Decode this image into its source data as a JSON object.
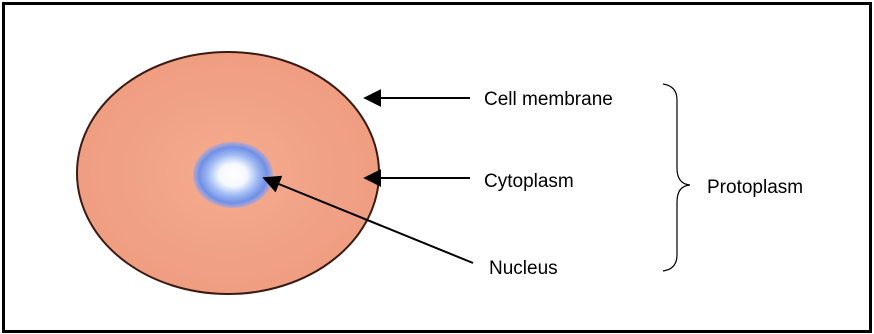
{
  "labels": {
    "cell_membrane": "Cell membrane",
    "cytoplasm": "Cytoplasm",
    "nucleus": "Nucleus",
    "protoplasm": "Protoplasm"
  },
  "colors": {
    "cytoplasm_fill": "#F2A487",
    "membrane_stroke": "#3a1a14",
    "nucleus_outer": "#6F8FE6",
    "nucleus_inner": "#FFFFFF",
    "arrow": "#000000",
    "frame": "#000000"
  }
}
